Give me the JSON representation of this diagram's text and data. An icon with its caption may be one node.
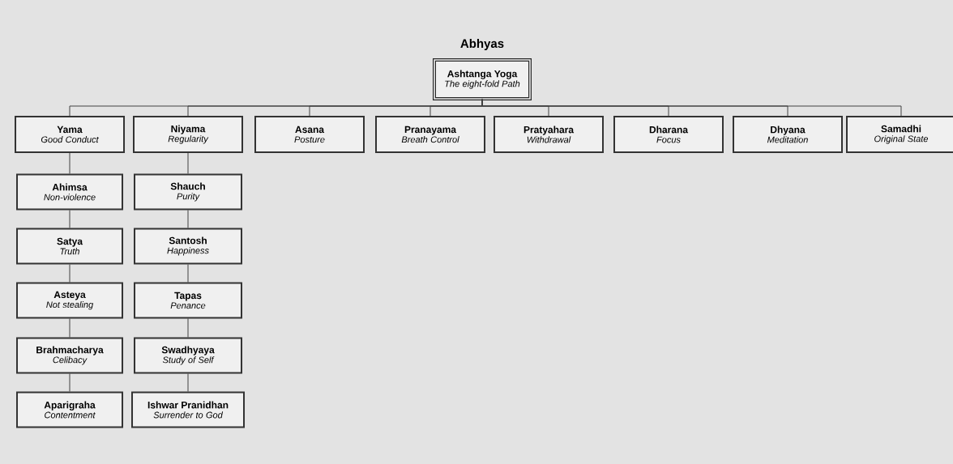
{
  "diagram": {
    "title": "Abhyas",
    "nodes": [
      {
        "text": [
          "Ashtanga Yoga",
          "The eight-fold Path"
        ]
      },
      {
        "text": [
          "Yama",
          "Good Conduct"
        ]
      },
      {
        "text": [
          "Niyama",
          "Regularity"
        ]
      },
      {
        "text": [
          "Asana",
          "Posture"
        ]
      },
      {
        "text": [
          "Pranayama",
          "Breath Control"
        ]
      },
      {
        "text": [
          "Pratyahara",
          "Withdrawal"
        ]
      },
      {
        "text": [
          "Dharana",
          "Focus"
        ]
      },
      {
        "text": [
          "Dhyana",
          "Meditation"
        ]
      },
      {
        "text": [
          "Samadhi",
          "Original State"
        ]
      },
      {
        "text": [
          "Ahimsa",
          "Non-violence"
        ]
      },
      {
        "text": [
          "Satya",
          "Truth"
        ]
      },
      {
        "text": [
          "Asteya",
          "Not stealing"
        ]
      },
      {
        "text": [
          "Brahmacharya",
          "Celibacy"
        ]
      },
      {
        "text": [
          "Aparigraha",
          "Contentment"
        ]
      },
      {
        "text": [
          "Shauch",
          "Purity"
        ]
      },
      {
        "text": [
          "Santosh",
          "Happiness"
        ]
      },
      {
        "text": [
          "Tapas",
          "Penance"
        ]
      },
      {
        "text": [
          "Swadhyaya",
          "Study of Self"
        ]
      },
      {
        "text": [
          "Ishwar Pranidhan",
          "Surrender to God"
        ]
      }
    ],
    "edges": [
      {
        "from": 0,
        "to": 1,
        "arrow": "none"
      },
      {
        "from": 0,
        "to": 2,
        "arrow": "none"
      },
      {
        "from": 0,
        "to": 3,
        "arrow": "none"
      },
      {
        "from": 0,
        "to": 4,
        "arrow": "none"
      },
      {
        "from": 0,
        "to": 5,
        "arrow": "none"
      },
      {
        "from": 0,
        "to": 6,
        "arrow": "none"
      },
      {
        "from": 0,
        "to": 7,
        "arrow": "none"
      },
      {
        "from": 0,
        "to": 8,
        "arrow": "none"
      },
      {
        "from": 1,
        "to": 9,
        "arrow": "none"
      },
      {
        "from": 9,
        "to": 10,
        "arrow": "none"
      },
      {
        "from": 10,
        "to": 11,
        "arrow": "none"
      },
      {
        "from": 11,
        "to": 12,
        "arrow": "none"
      },
      {
        "from": 12,
        "to": 13,
        "arrow": "none"
      },
      {
        "from": 2,
        "to": 14,
        "arrow": "none"
      },
      {
        "from": 14,
        "to": 15,
        "arrow": "none"
      },
      {
        "from": 15,
        "to": 16,
        "arrow": "none"
      },
      {
        "from": 16,
        "to": 17,
        "arrow": "none"
      },
      {
        "from": 17,
        "to": 18,
        "arrow": "none"
      }
    ]
  }
}
